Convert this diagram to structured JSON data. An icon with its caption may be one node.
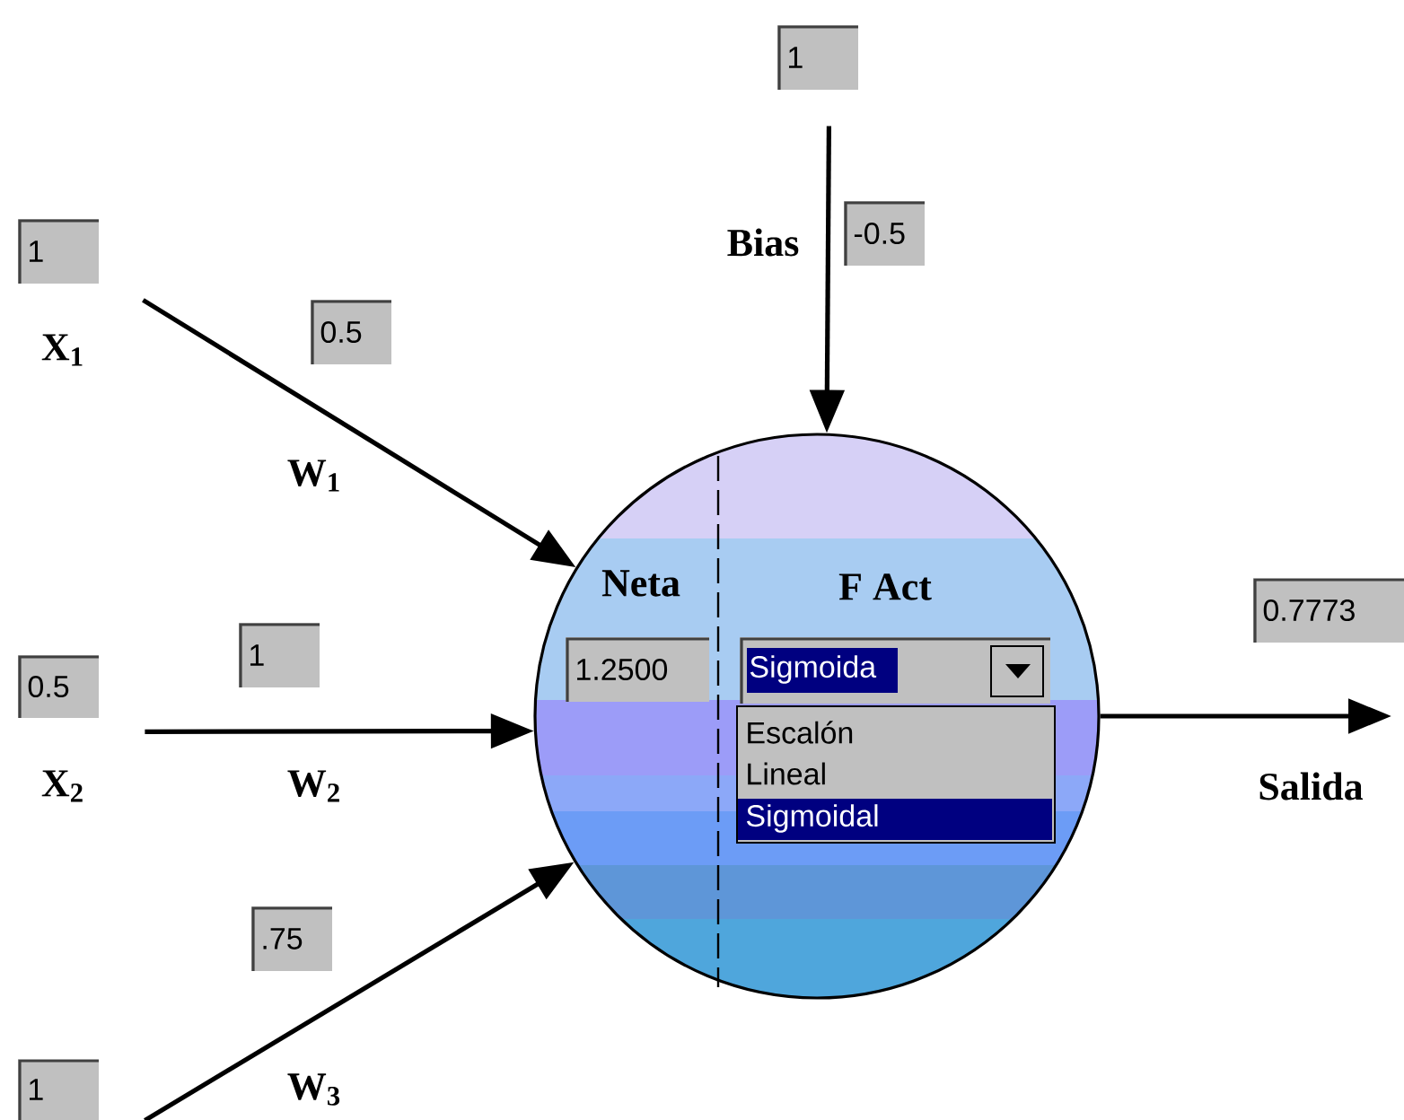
{
  "diagram": {
    "nodes": [
      {
        "text": [
          "Neta",
          "F Act"
        ]
      },
      {
        "text": [
          "1.2500"
        ],
        "in": 0
      },
      {
        "text": [
          "Sigmoida"
        ],
        "in": 0
      },
      {
        "text": [
          "Escalón",
          "Lineal",
          "Sigmoidal"
        ],
        "in": 0
      },
      {
        "text": [
          "1"
        ],
        "beside": [
          "X$_{1}$"
        ]
      },
      {
        "text": [
          "0.5"
        ],
        "beside": [
          "X$_{2}$"
        ]
      },
      {
        "text": [
          "1"
        ]
      },
      {
        "text": [
          "1"
        ]
      },
      {
        "text": [
          "-0.5"
        ]
      },
      {
        "text": [
          "0.5"
        ]
      },
      {
        "text": [
          "0.7773"
        ]
      },
      {
        "text": [
          "1"
        ]
      },
      {
        "text": [
          ".75"
        ]
      }
    ],
    "edges": [
      {
        "from": 4,
        "to": 0,
        "arrow": "to",
        "label": "W$_{1}$"
      },
      {
        "from": 5,
        "to": 0,
        "arrow": "to",
        "label": "W$_{2}$"
      },
      {
        "from": 6,
        "to": 0,
        "arrow": "to",
        "label": "W$_{3}$"
      },
      {
        "from": 7,
        "to": 0,
        "arrow": "to",
        "label": "Bias"
      },
      {
        "from": 0,
        "to": null,
        "arrow": "to",
        "label": "Salida"
      }
    ]
  }
}
